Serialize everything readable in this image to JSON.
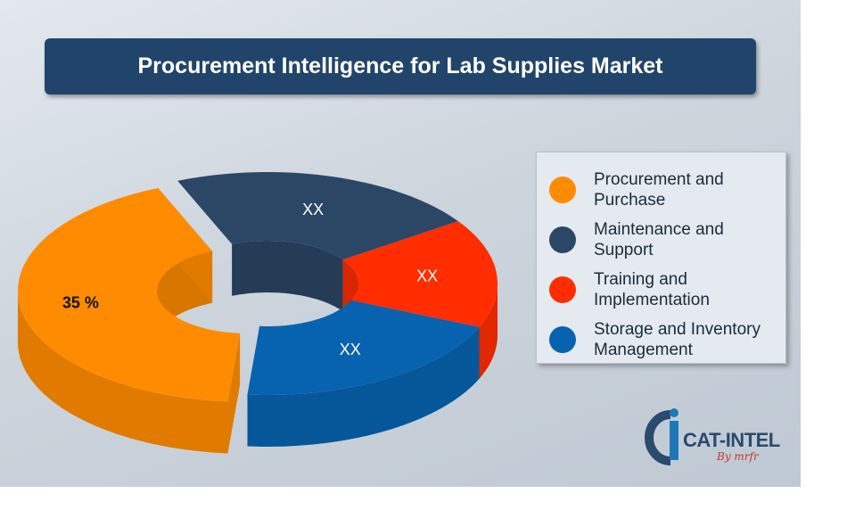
{
  "title": "Procurement Intelligence for Lab Supplies Market",
  "chart_data": {
    "type": "pie",
    "style": "3d-donut",
    "title": "Procurement Intelligence for Lab Supplies Market",
    "series": [
      {
        "name": "Procurement and Purchase",
        "label": "35 %",
        "value": 35,
        "color": "#ff8c00"
      },
      {
        "name": "Maintenance and Support",
        "label": "XX",
        "value": null,
        "color": "#2c4766"
      },
      {
        "name": "Training and Implementation",
        "label": "XX",
        "value": null,
        "color": "#ff2d00"
      },
      {
        "name": "Storage and Inventory Management",
        "label": "XX",
        "value": null,
        "color": "#0763b0"
      }
    ],
    "legend": {
      "position": "right",
      "items": [
        "Procurement and Purchase",
        "Maintenance and Support",
        "Training and Implementation",
        "Storage and Inventory Management"
      ]
    }
  },
  "logo": {
    "brand": "CAT-INTEL",
    "sub": "By mrfr"
  }
}
